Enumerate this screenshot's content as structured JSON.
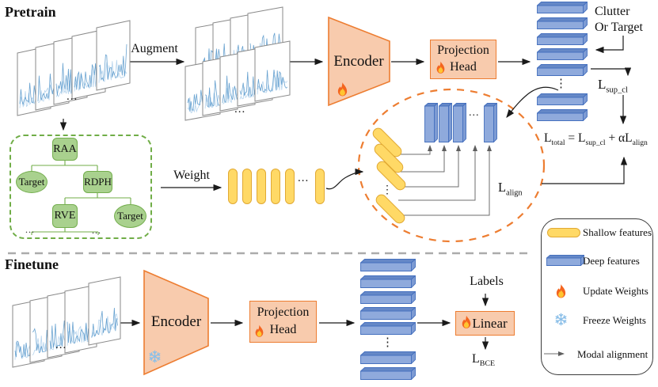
{
  "sections": {
    "pretrain": "Pretrain",
    "finetune": "Finetune"
  },
  "labels": {
    "augment": "Augment",
    "weight": "Weight",
    "encoder_pretrain": "Encoder",
    "encoder_finetune": "Encoder",
    "projection_head_line1": "Projection",
    "projection_head_line2": "Head",
    "linear": "Linear",
    "labels_input": "Labels",
    "clutter_or_target_line1": "Clutter",
    "clutter_or_target_line2": "Or Target"
  },
  "formulas": {
    "sup_cl": {
      "base": "L",
      "sub": "sup_cl"
    },
    "align": {
      "base": "L",
      "sub": "align"
    },
    "bce": {
      "base": "L",
      "sub": "BCE"
    },
    "total": {
      "t1": "L",
      "s1": "total",
      "t2": " = L",
      "s2": "sup_cl",
      "t3": " + αL",
      "s3": "align"
    }
  },
  "tree": {
    "root": "RAA",
    "level1_left": "Target",
    "level1_right": "RDPH",
    "level2_left": "RVE",
    "level2_right": "Target",
    "leaf_left": "...",
    "leaf_right": "..."
  },
  "legend": {
    "items": [
      {
        "icon": "shallow-feature-bar-icon",
        "label": "Shallow features"
      },
      {
        "icon": "deep-feature-bar-icon",
        "label": "Deep features"
      },
      {
        "icon": "flame-icon",
        "label": "Update Weights"
      },
      {
        "icon": "snowflake-icon",
        "label": "Freeze Weights"
      },
      {
        "icon": "modal-alignment-arrow-icon",
        "label": "Modal alignment"
      }
    ]
  },
  "ellipsis": {
    "horizontal": "...",
    "vertical": "⋮"
  },
  "bars": {
    "deep_stack_top": {
      "count_before_dots": 5,
      "count_after_dots": 2
    },
    "deep_stack_bottom": {
      "count_before_dots": 5,
      "count_after_dots": 2
    },
    "shallow_row": {
      "count_before_dots": 5,
      "count_after_dots": 1
    },
    "ellipse_deep": {
      "count_before_dots": 3,
      "count_after_dots": 1
    },
    "ellipse_shallow": {
      "count_before_dots": 3,
      "count_after_dots": 1
    }
  },
  "signal_stacks": {
    "pretrain_input": {
      "frames": 5,
      "has_ellipsis": true
    },
    "augmented": {
      "frames": 9,
      "has_ellipsis": true
    },
    "finetune_input": {
      "frames": 5,
      "has_ellipsis": true
    }
  },
  "colors": {
    "orange_accent": "#ED7D31",
    "orange_fill": "#F8CBAD",
    "deep_bar_fill": "#8FAADC",
    "deep_bar_edge": "#4472C4",
    "shallow_bar_fill": "#FFD966",
    "green_fill": "#A9D18E",
    "green_edge": "#70AD47",
    "divider_gray": "#ABABAB"
  }
}
